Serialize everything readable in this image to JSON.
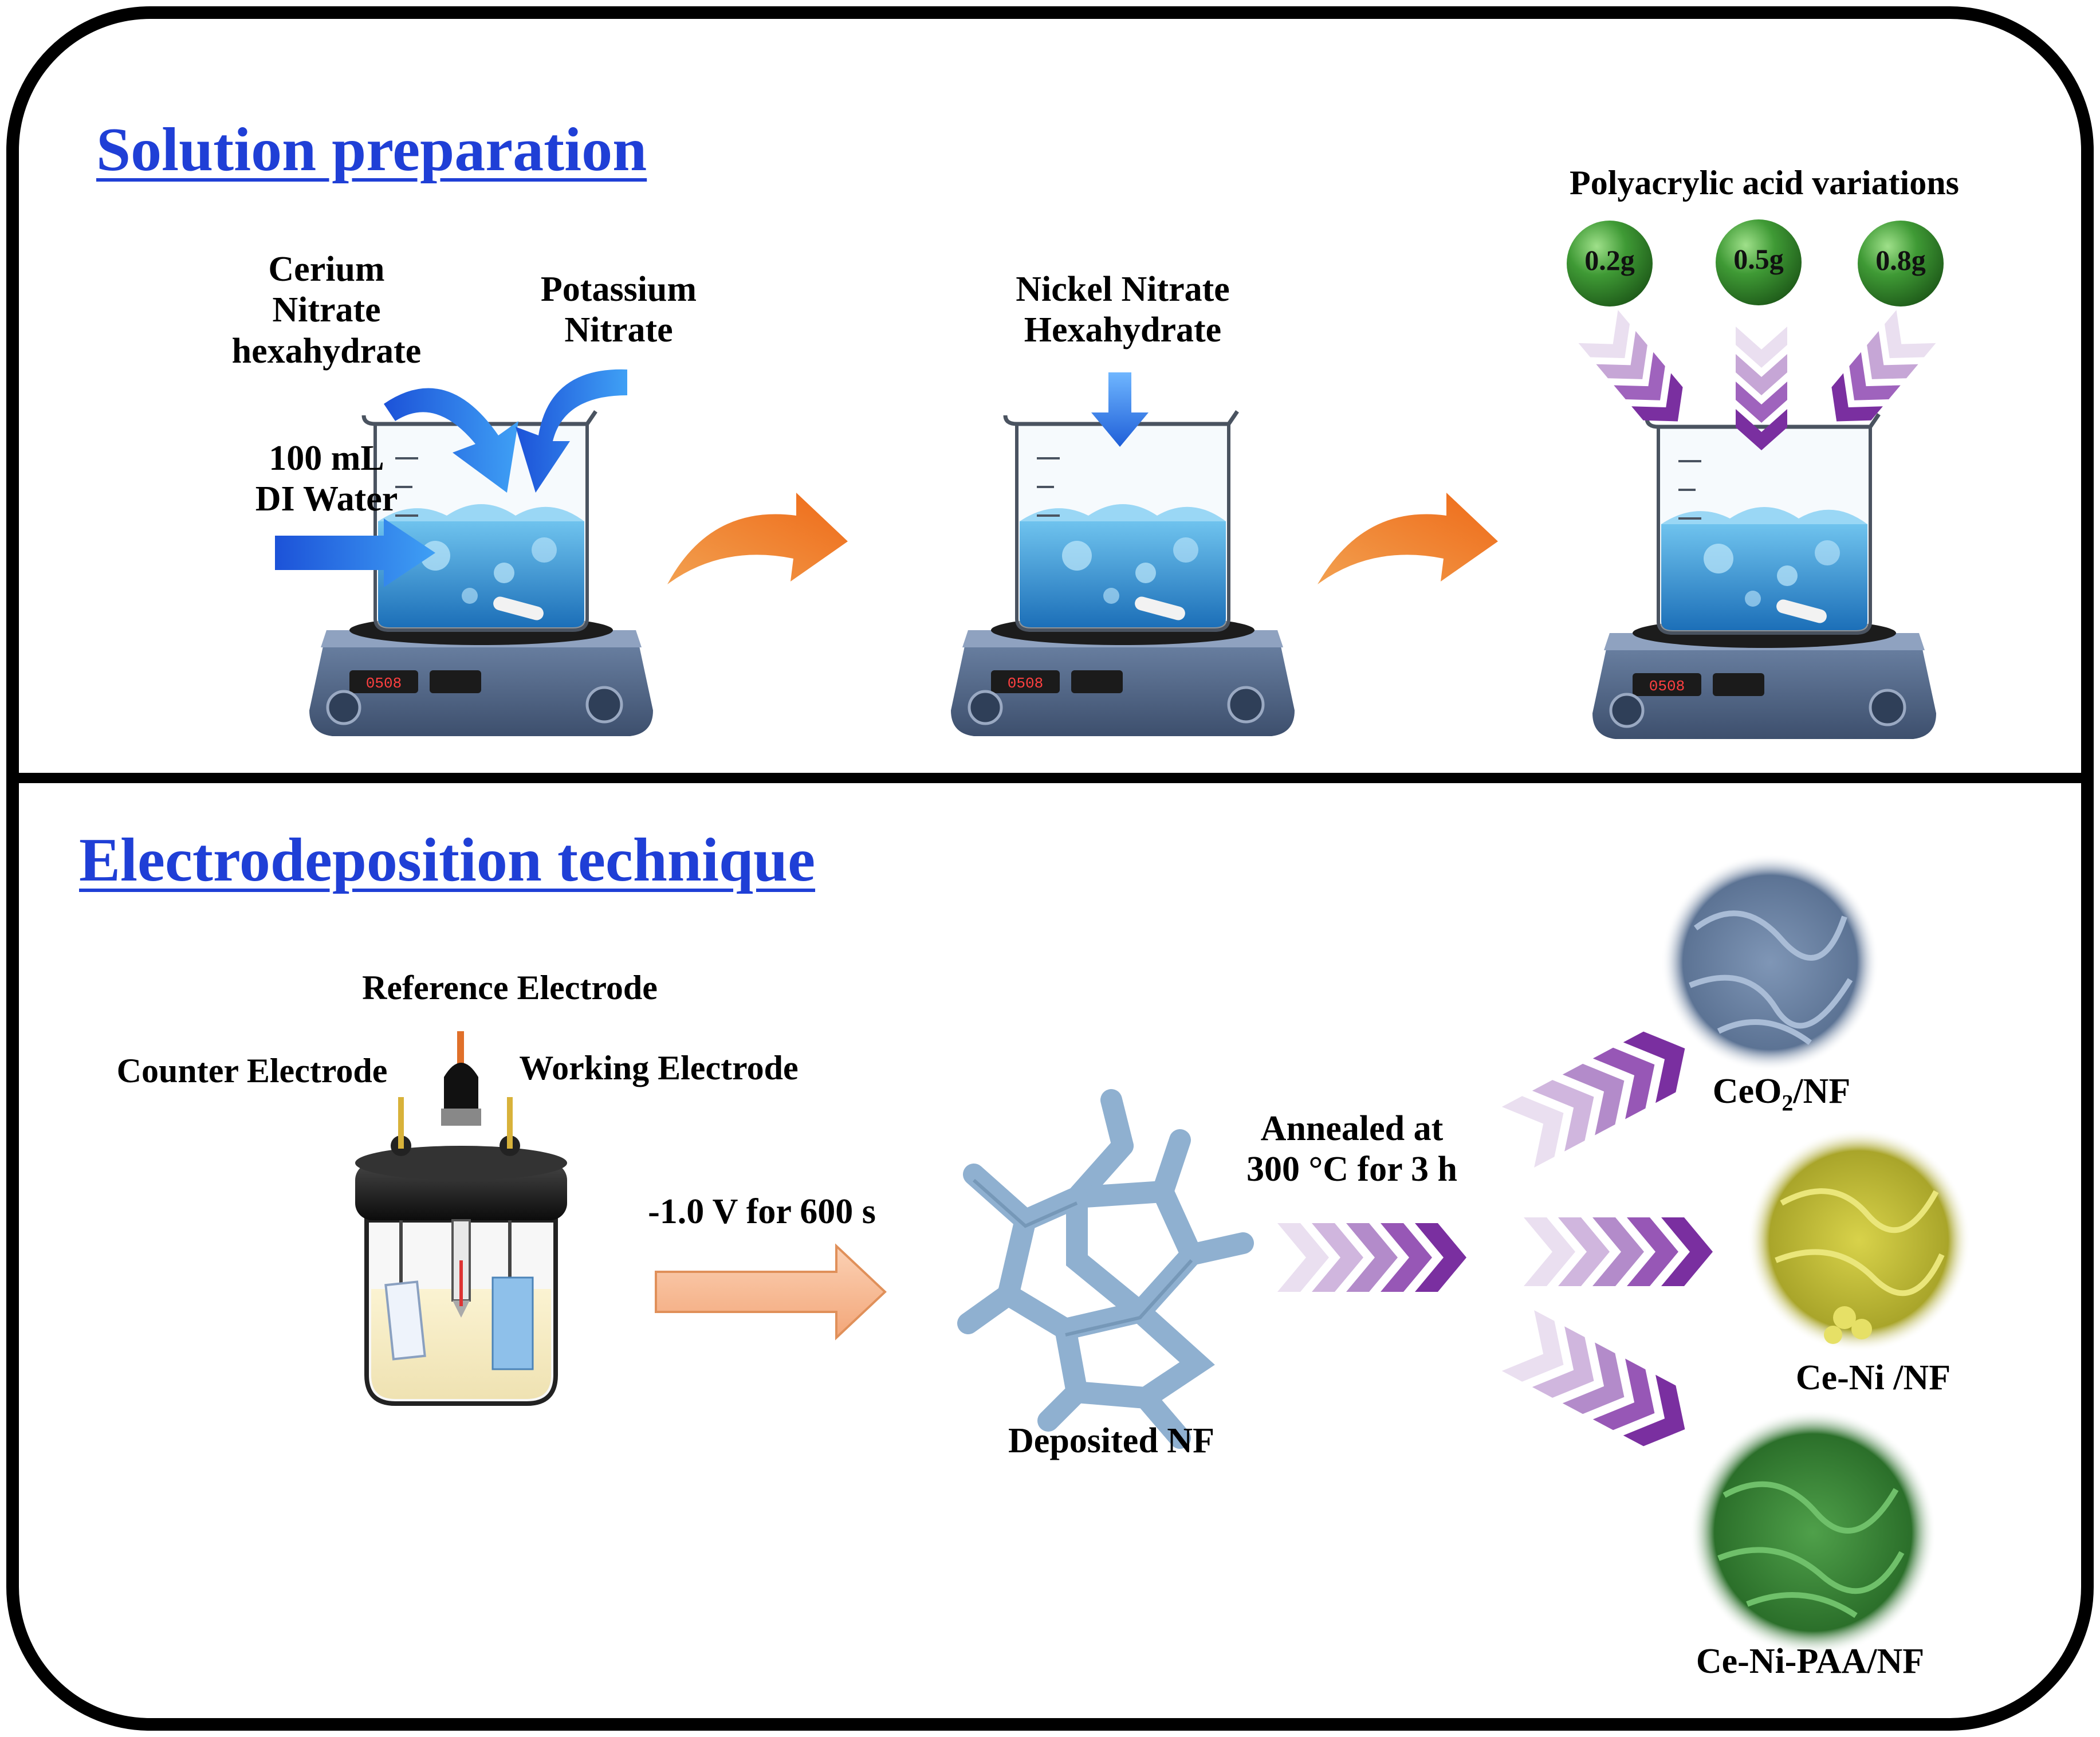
{
  "section_top": {
    "title": "Solution preparation",
    "labels": {
      "cerium": [
        "Cerium",
        "Nitrate",
        "hexahydrate"
      ],
      "potassium": [
        "Potassium",
        "Nitrate"
      ],
      "water": [
        "100 mL",
        "DI Water"
      ],
      "nickel": [
        "Nickel Nitrate",
        "Hexahydrate"
      ],
      "paa_header": "Polyacrylic acid variations"
    },
    "paa_amounts": [
      "0.2g",
      "0.5g",
      "0.8g"
    ]
  },
  "section_bottom": {
    "title": "Electrodeposition technique",
    "labels": {
      "reference": "Reference Electrode",
      "counter": "Counter Electrode",
      "working": "Working Electrode",
      "condition": "-1.0 V for 600 s",
      "deposited": "Deposited NF",
      "anneal": [
        "Annealed at",
        "300 °C for 3 h"
      ]
    },
    "products": [
      {
        "name": "CeO",
        "sub": "2",
        "suffix": "/NF",
        "color": "#6f87a6"
      },
      {
        "name": "Ce-Ni /NF",
        "sub": "",
        "suffix": "",
        "color": "#c9c23a"
      },
      {
        "name": "Ce-Ni-PAA/NF",
        "sub": "",
        "suffix": "",
        "color": "#3d8a3a"
      }
    ]
  },
  "colors": {
    "title_blue": "#1f3fd6",
    "chevron_purple": "#7a2fa0",
    "orange_arrow": "#f07a2a",
    "blue_arrow": "#2a7de0",
    "ball_green": "#3f9a35"
  }
}
